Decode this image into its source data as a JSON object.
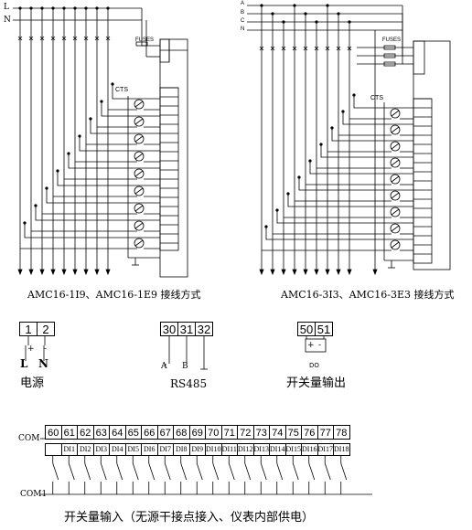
{
  "diagram1": {
    "phase_labels": [
      "L",
      "N"
    ],
    "ct_label": "CTS",
    "fuse_label": "FUSES",
    "caption": "AMC16-1I9、AMC16-1E9 接线方式"
  },
  "diagram2": {
    "phase_labels": [
      "A",
      "B",
      "C",
      "N"
    ],
    "ct_label": "CTS",
    "fuse_label": "FUSES",
    "caption": "AMC16-3I3、AMC16-3E3 接线方式"
  },
  "power": {
    "terminals": [
      "1",
      "2"
    ],
    "signs": [
      "+",
      "-"
    ],
    "labels": [
      "L",
      "N"
    ],
    "title": "电源"
  },
  "rs485": {
    "terminals": [
      "30",
      "31",
      "32"
    ],
    "labels": [
      "A",
      "B"
    ],
    "title": "RS485"
  },
  "dout": {
    "terminals": [
      "50",
      "51"
    ],
    "signs": [
      "+",
      "-"
    ],
    "label": "DO",
    "title": "开关量输出"
  },
  "dinput": {
    "com_top": "COM",
    "com_bottom": "COM1",
    "terminals": [
      "60",
      "61",
      "62",
      "63",
      "64",
      "65",
      "66",
      "67",
      "68",
      "69",
      "70",
      "71",
      "72",
      "73",
      "74",
      "75",
      "76",
      "77",
      "78"
    ],
    "cell_labels": [
      "",
      "DI1",
      "DI2",
      "DI3",
      "DI4",
      "DI5",
      "DI6",
      "DI7",
      "DI8",
      "DI9",
      "DI10",
      "DI11",
      "DI12",
      "DI13",
      "DI14",
      "DI15",
      "DI16",
      "DI17",
      "DI18"
    ],
    "caption": "开关量输入（无源干接点接入、仪表内部供电）"
  }
}
